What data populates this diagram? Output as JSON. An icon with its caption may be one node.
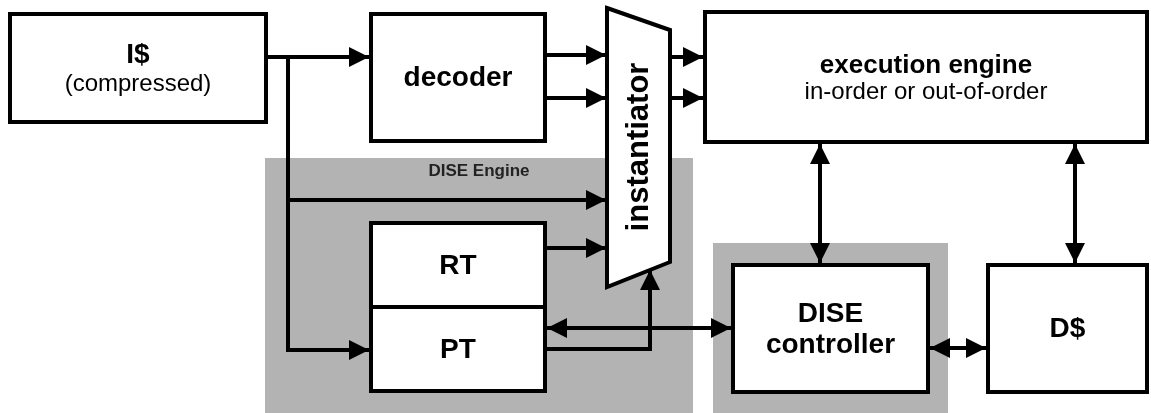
{
  "diagram": {
    "nodes": [
      {
        "text": [
          "I$",
          "(compressed)"
        ]
      },
      {
        "text": [
          "decoder"
        ]
      },
      {
        "text": [
          "DISE Engine"
        ]
      },
      {
        "text": [
          "RT"
        ],
        "in": 2
      },
      {
        "text": [
          "PT"
        ],
        "in": 2
      },
      {
        "text": [
          "instantiator"
        ]
      },
      {
        "text": [
          "execution engine",
          "in-order or out-of-order"
        ]
      },
      {
        "text": [],
        "shape": "box"
      },
      {
        "text": [
          "DISE",
          "controller"
        ],
        "in": 7
      },
      {
        "text": [
          "D$"
        ]
      }
    ],
    "edges": [
      {
        "from": 0,
        "to": 1,
        "arrow": "to"
      },
      {
        "from": 0,
        "to": 5,
        "arrow": "to"
      },
      {
        "from": 0,
        "to": 4,
        "arrow": "to"
      },
      {
        "from": 1,
        "to": 5,
        "arrow": "to"
      },
      {
        "from": 1,
        "to": 5,
        "arrow": "to"
      },
      {
        "from": 3,
        "to": 5,
        "arrow": "to"
      },
      {
        "from": 4,
        "to": 5,
        "arrow": "to"
      },
      {
        "from": 4,
        "to": 8,
        "arrow": "both"
      },
      {
        "from": 5,
        "to": 6,
        "arrow": "to"
      },
      {
        "from": 5,
        "to": 6,
        "arrow": "to"
      },
      {
        "from": 6,
        "to": 8,
        "arrow": "both"
      },
      {
        "from": 6,
        "to": 9,
        "arrow": "both"
      },
      {
        "from": 8,
        "to": 9,
        "arrow": "both"
      }
    ]
  }
}
